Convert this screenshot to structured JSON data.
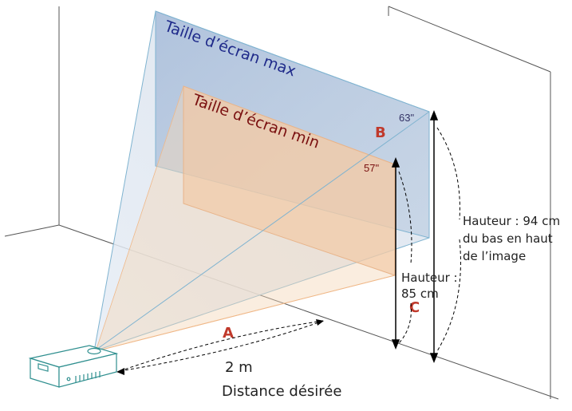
{
  "labels": {
    "max_screen": "Taille d’écran max",
    "min_screen": "Taille d’écran min",
    "max_size": "63\"",
    "min_size": "57\"",
    "letter_a": "A",
    "letter_b": "B",
    "letter_c": "C",
    "height_max_line1": "Hauteur : 94 cm",
    "height_max_line2": "du bas en haut",
    "height_max_line3": "de l’image",
    "height_min_line1": "Hauteur :",
    "height_min_line2": "85 cm",
    "distance_value": "2 m",
    "distance_caption": "Distance désirée"
  },
  "colors": {
    "max_text": "#1f2a8a",
    "min_text": "#7a1010",
    "letters": "#c0392b",
    "size_text": "#333366"
  }
}
